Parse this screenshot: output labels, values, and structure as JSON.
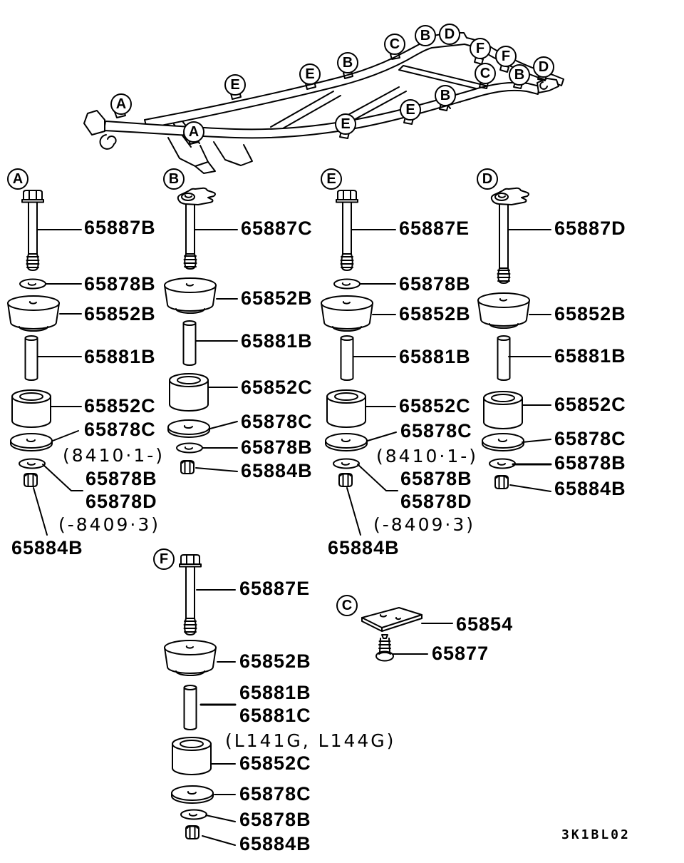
{
  "drawing_code": "3K1BL02",
  "frame_callouts": [
    "A",
    "A",
    "E",
    "E",
    "B",
    "C",
    "B",
    "D",
    "F",
    "F",
    "C",
    "B",
    "D",
    "B",
    "E",
    "E"
  ],
  "sections": {
    "a": {
      "callout": "A",
      "bolt": "65887B",
      "upper_washer": "65878B",
      "upper_cushion": "65852B",
      "spacer": "65881B",
      "lower_cushion": "65852C",
      "large_washer": "65878C",
      "large_washer_note": "(8410·1-)",
      "small_washer": "65878B",
      "small_washer_alt": "65878D",
      "small_washer_alt_note": "(-8409·3)",
      "nut": "65884B"
    },
    "b": {
      "callout": "B",
      "bolt": "65887C",
      "upper_cushion": "65852B",
      "spacer": "65881B",
      "lower_cushion": "65852C",
      "large_washer": "65878C",
      "small_washer": "65878B",
      "nut": "65884B"
    },
    "e": {
      "callout": "E",
      "bolt": "65887E",
      "upper_washer": "65878B",
      "upper_cushion": "65852B",
      "spacer": "65881B",
      "lower_cushion": "65852C",
      "large_washer": "65878C",
      "large_washer_note": "(8410·1-)",
      "small_washer": "65878B",
      "small_washer_alt": "65878D",
      "small_washer_alt_note": "(-8409·3)",
      "nut": "65884B"
    },
    "d": {
      "callout": "D",
      "bolt": "65887D",
      "upper_cushion": "65852B",
      "spacer": "65881B",
      "lower_cushion": "65852C",
      "large_washer": "65878C",
      "small_washer": "65878B",
      "nut": "65884B"
    },
    "f": {
      "callout": "F",
      "bolt": "65887E",
      "upper_cushion": "65852B",
      "spacer": "65881B",
      "spacer_alt": "65881C",
      "spacer_alt_note": "(L141G, L144G)",
      "lower_cushion": "65852C",
      "large_washer": "65878C",
      "small_washer": "65878B",
      "nut": "65884B"
    },
    "c": {
      "callout": "C",
      "plate": "65854",
      "screw": "65877"
    }
  }
}
